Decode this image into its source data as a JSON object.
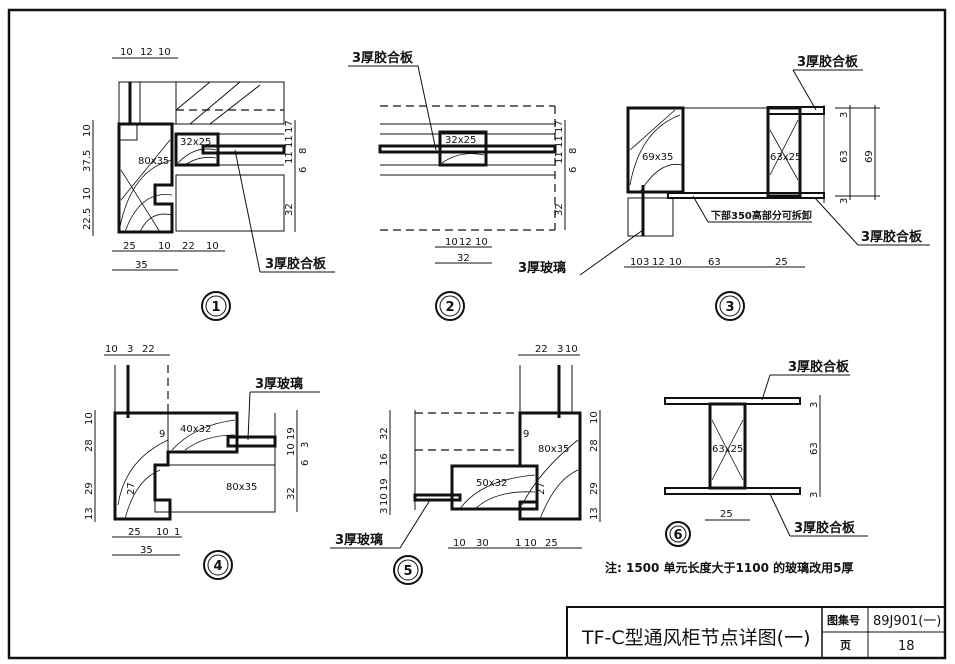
{
  "title_block": {
    "title": "TF-C型通风柜节点详图(一)",
    "atlas_label": "图集号",
    "atlas_value": "89J901(一)",
    "page_label": "页",
    "page_value": "18"
  },
  "note": "注: 1500 单元长度大于1100 的玻璃改用5厚",
  "details": {
    "d1": {
      "number": "1",
      "timber": "80x35",
      "bead": "32x25",
      "label": "3厚胶合板",
      "top_dims": [
        "10",
        "12",
        "10"
      ],
      "left_dims": [
        "10",
        "37.5",
        "10",
        "22.5"
      ],
      "right_dims": [
        "17",
        "11",
        "8",
        "11",
        "6"
      ],
      "right_dim2": "32",
      "bottom_dims": [
        "25",
        "10",
        "22",
        "10"
      ],
      "bottom_total": "35"
    },
    "d2": {
      "number": "2",
      "bead": "32x25",
      "label": "3厚胶合板",
      "bottom_dims": [
        "10",
        "12",
        "10"
      ],
      "bottom_total": "32",
      "right_dims": [
        "17",
        "11",
        "8",
        "11",
        "6"
      ],
      "right_dim2": "32"
    },
    "d3": {
      "number": "3",
      "timber_a": "69x35",
      "timber_b": "63x25",
      "label_top": "3厚胶合板",
      "label_bottom": "3厚胶合板",
      "label_removable": "下部350高部分可拆卸",
      "label_glass": "3厚玻璃",
      "right_dims": [
        "3",
        "63",
        "3"
      ],
      "right_total": "69",
      "bottom_dims": [
        "10",
        "3",
        "12",
        "10",
        "63",
        "25"
      ]
    },
    "d4": {
      "number": "4",
      "timber_a": "40x32",
      "timber_b": "80x35",
      "label_glass": "3厚玻璃",
      "top_dims": [
        "10",
        "3",
        "22"
      ],
      "left_dims": [
        "10",
        "28",
        "29",
        "13"
      ],
      "inner_dims": [
        "9",
        "27"
      ],
      "right_dims": [
        "19",
        "3",
        "10",
        "6",
        "32"
      ],
      "bottom_dims": [
        "25",
        "10",
        "1"
      ],
      "bottom_total": "35"
    },
    "d5": {
      "number": "5",
      "timber_a": "80x35",
      "timber_b": "50x32",
      "label_glass": "3厚玻璃",
      "top_dims": [
        "22",
        "3",
        "10"
      ],
      "left_dims": [
        "32",
        "16",
        "19",
        "10",
        "3"
      ],
      "inner_dims": [
        "9",
        "27"
      ],
      "right_dims": [
        "10",
        "28",
        "29",
        "13"
      ],
      "bottom_dims": [
        "10",
        "30",
        "1",
        "10",
        "25"
      ]
    },
    "d6": {
      "number": "6",
      "timber": "63x25",
      "label_top": "3厚胶合板",
      "label_bottom": "3厚胶合板",
      "right_dims": [
        "3",
        "63",
        "3"
      ],
      "bottom_dims": [
        "25"
      ]
    }
  }
}
